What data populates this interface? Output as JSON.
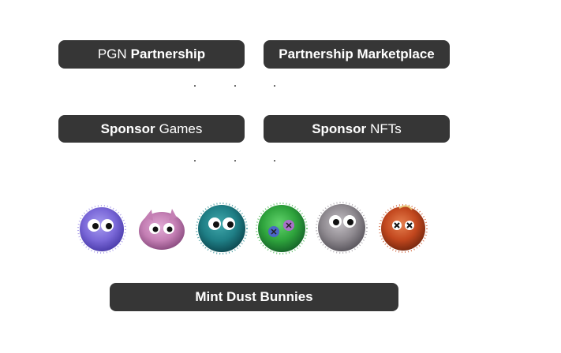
{
  "buttons": {
    "pgn_partnership": {
      "light": "PGN",
      "bold": "Partnership"
    },
    "partnership_marketplace": {
      "bold": "Partnership Marketplace"
    },
    "sponsor_games": {
      "bold": "Sponsor",
      "light": "Games"
    },
    "sponsor_nfts": {
      "bold": "Sponsor",
      "light": "NFTs"
    },
    "mint": {
      "bold": "Mint Dust Bunnies"
    }
  },
  "bunnies": [
    {
      "name": "purple-dust-bunny",
      "color": "#7a68d8"
    },
    {
      "name": "pink-dust-bunny",
      "color": "#c47fb4"
    },
    {
      "name": "teal-dust-bunny",
      "color": "#1f7f86"
    },
    {
      "name": "green-dust-bunny",
      "color": "#2ea33c"
    },
    {
      "name": "grey-dust-bunny",
      "color": "#8f8a90"
    },
    {
      "name": "orange-dust-bunny",
      "color": "#c2471e"
    }
  ],
  "colors": {
    "button_bg": "#363636",
    "button_text": "#ffffff",
    "page_bg": "#ffffff"
  }
}
